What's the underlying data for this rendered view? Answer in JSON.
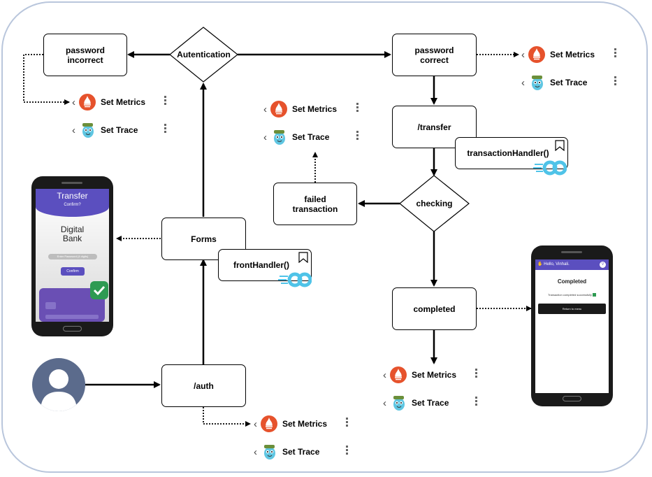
{
  "nodes": {
    "password_incorrect": "password\nincorrect",
    "autentication": "Autentication",
    "password_correct": "password\ncorrect",
    "transfer": "/transfer",
    "transaction_handler": "transactionHandler()",
    "checking": "checking",
    "failed_transaction": "failed\ntransaction",
    "forms": "Forms",
    "front_handler": "frontHandler()",
    "completed": "completed",
    "auth": "/auth"
  },
  "tags": {
    "set_metrics": "Set Metrics",
    "set_trace": "Set Trace"
  },
  "phone_left": {
    "header_title": "Transfer",
    "header_sub": "Confirm?",
    "bank_name": "Digital\nBank",
    "password_placeholder": "Enter Password (4 digits)",
    "confirm_button": "Confirm"
  },
  "phone_right": {
    "greeting": "Hello, Vinhali.",
    "avatar_initial": "V",
    "title": "Completed",
    "message": "Transaction completed successfully",
    "menu_button": "Return to menu"
  },
  "colors": {
    "prometheus": "#e6522c",
    "gopher": "#4fc3e8",
    "phone_header": "#5b4fbf",
    "confirm_green": "#2e9a52"
  }
}
